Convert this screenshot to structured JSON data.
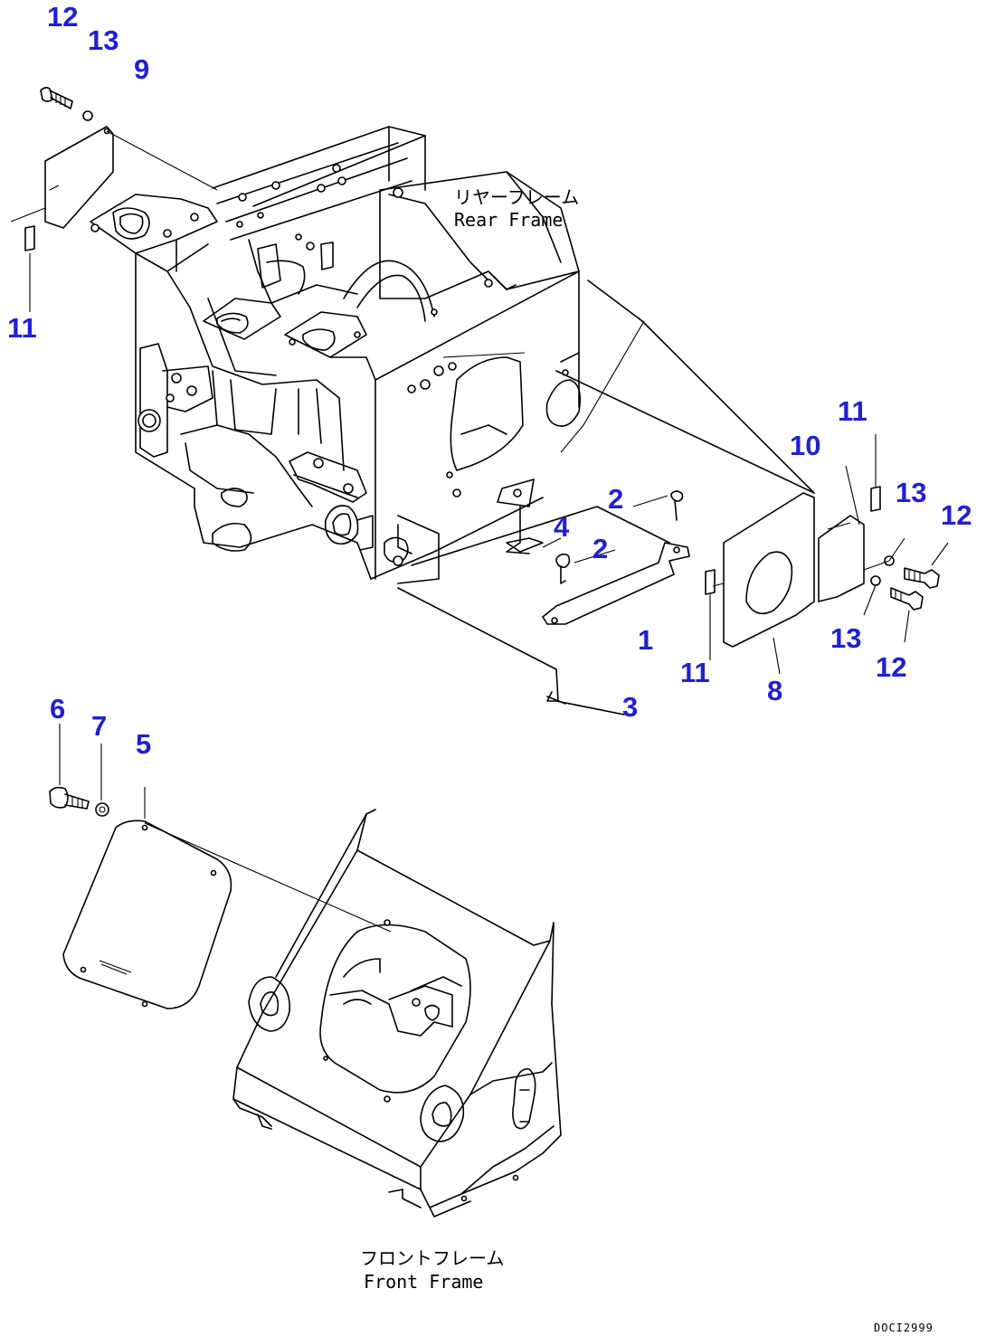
{
  "callouts": {
    "c12a": "12",
    "c13a": "13",
    "c9": "9",
    "c11a": "11",
    "c11b": "11",
    "c10": "10",
    "c13b": "13",
    "c12b": "12",
    "c2a": "2",
    "c4": "4",
    "c2b": "2",
    "c1": "1",
    "c11c": "11",
    "c8": "8",
    "c13c": "13",
    "c12c": "12",
    "c3": "3",
    "c6": "6",
    "c7": "7",
    "c5": "5"
  },
  "captions": {
    "rear_jp": "リヤーフレーム",
    "rear_en": "Rear Frame",
    "front_jp": "フロントフレーム",
    "front_en": "Front Frame"
  },
  "drawing_code": "DOCI2999",
  "colors": {
    "callout": "#1f1fd6",
    "line": "#000000",
    "background": "#ffffff"
  }
}
